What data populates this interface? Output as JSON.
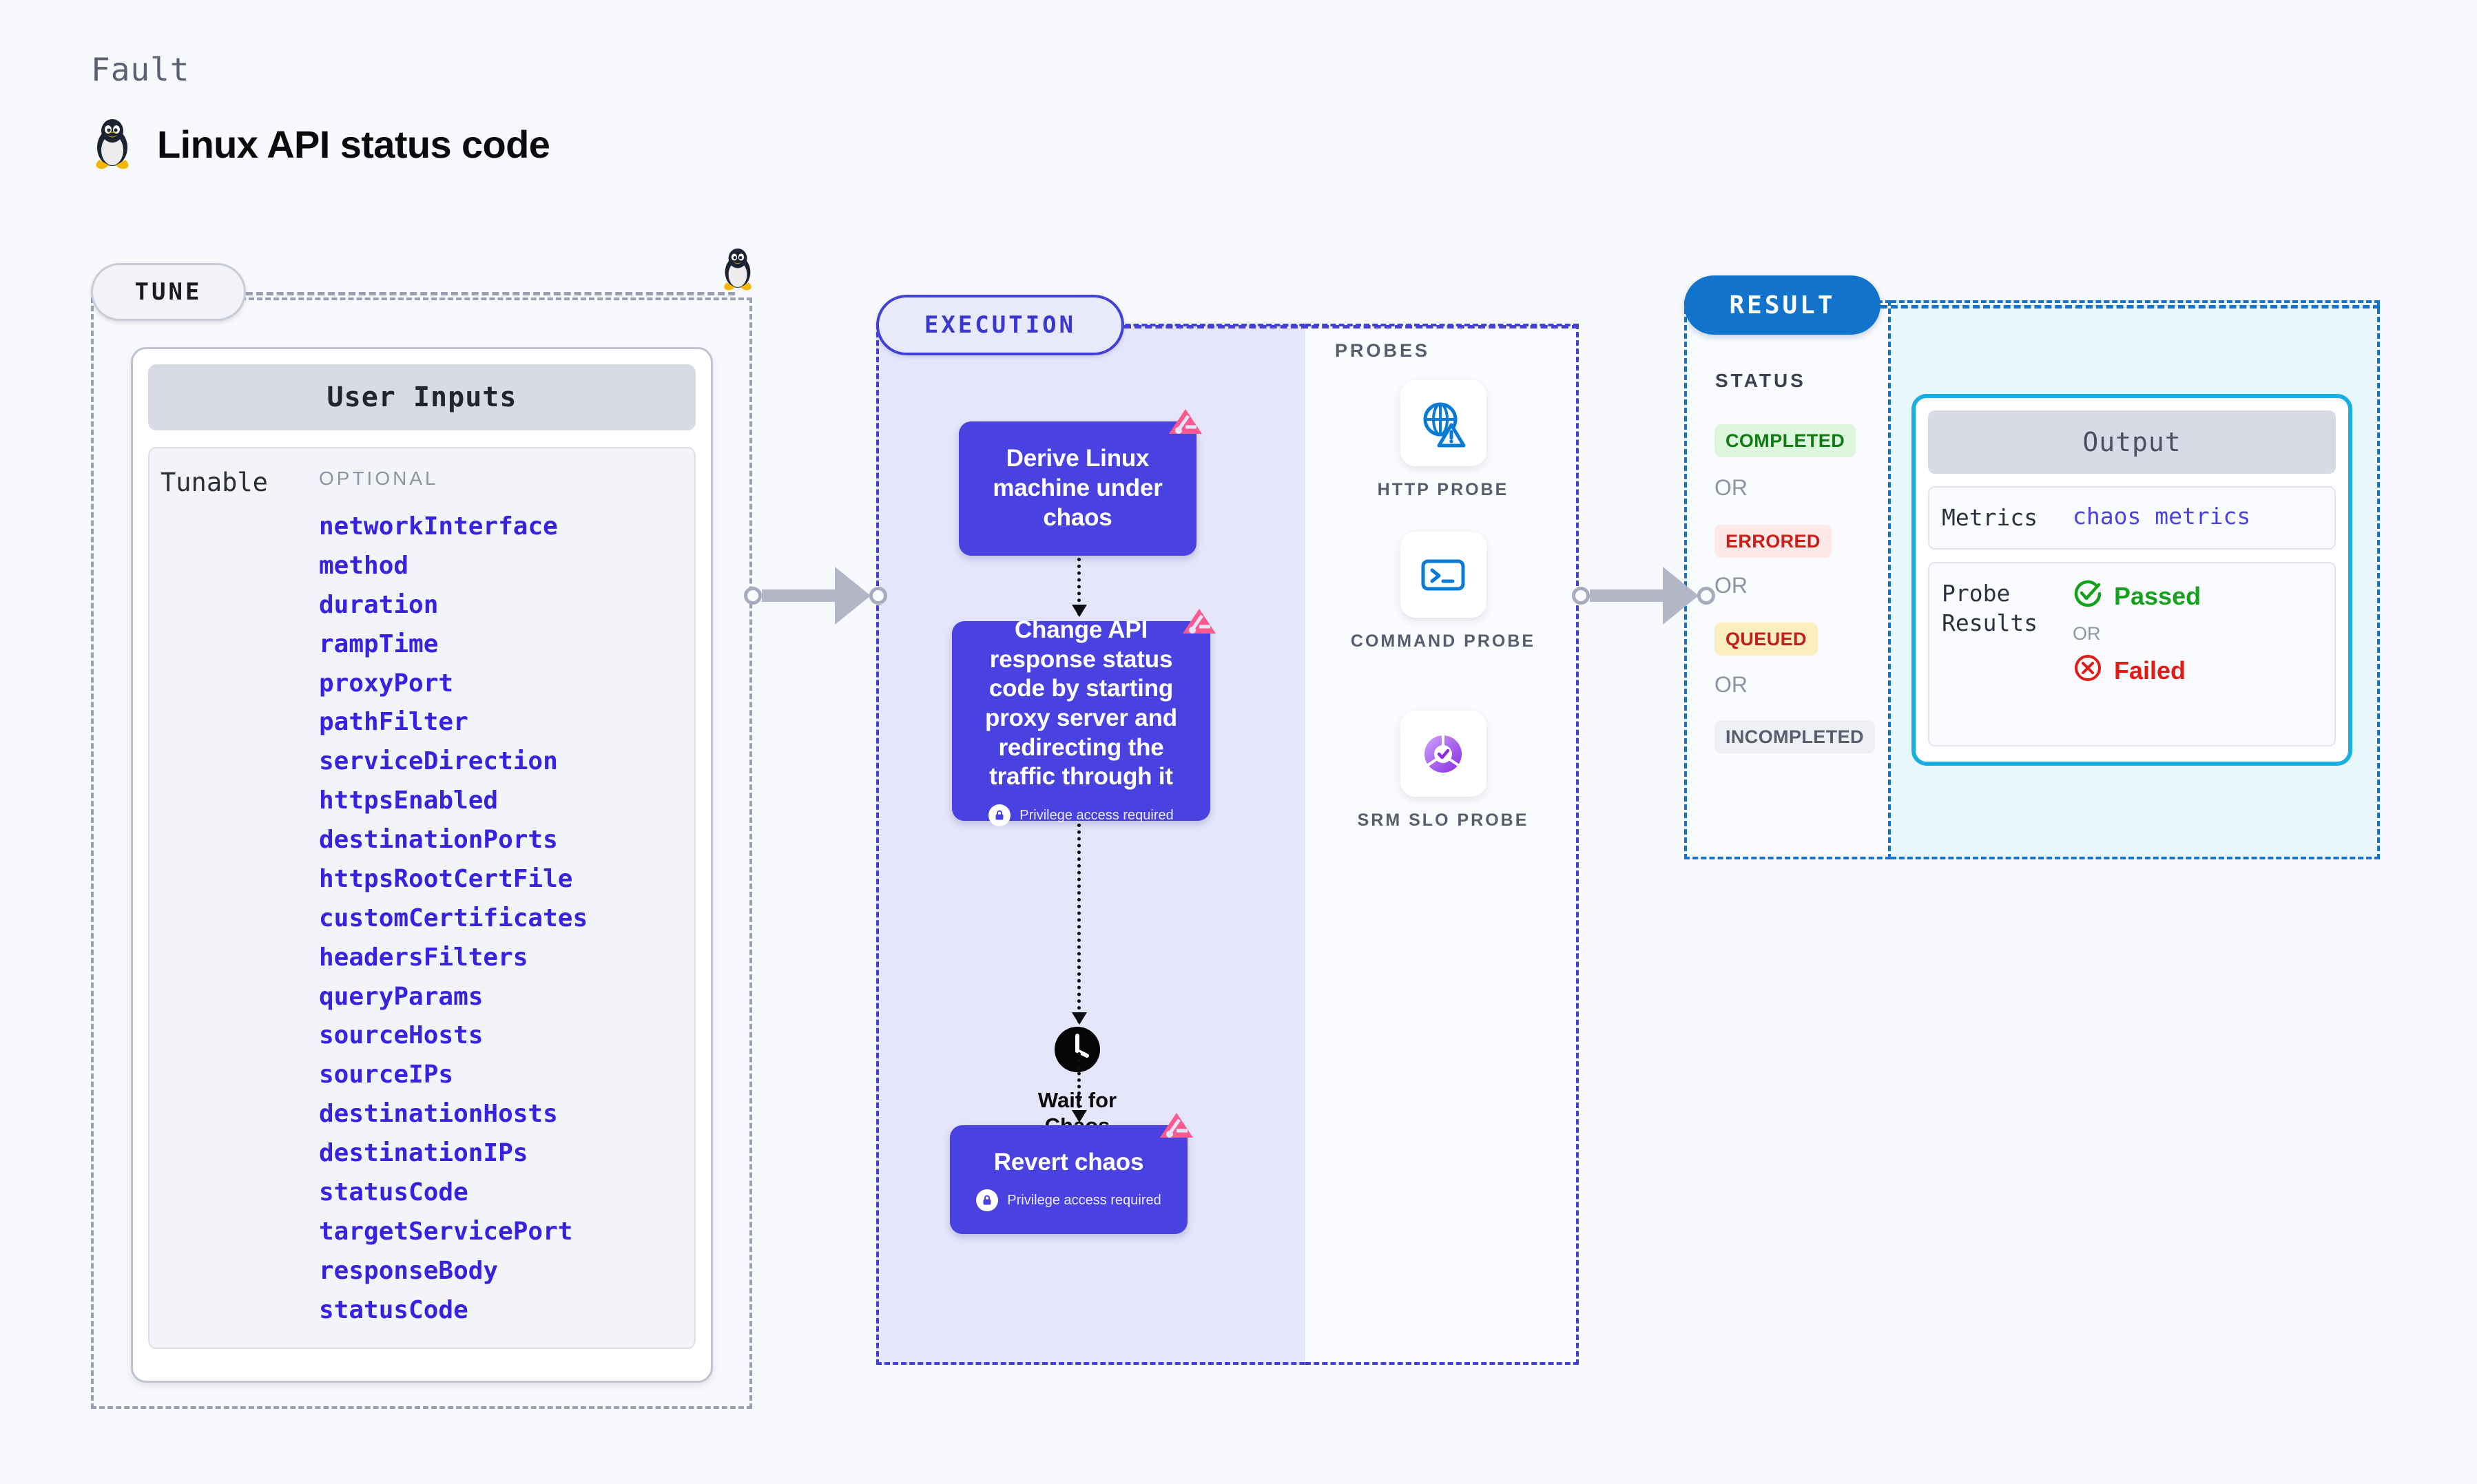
{
  "header": {
    "kicker": "Fault",
    "title": "Linux API status code",
    "os_icon": "linux-penguin-icon"
  },
  "tune": {
    "pill_label": "TUNE",
    "card": {
      "header": "User Inputs",
      "tunable_label": "Tunable",
      "optional_label": "OPTIONAL",
      "params": [
        "networkInterface",
        "method",
        "duration",
        "rampTime",
        "proxyPort",
        "pathFilter",
        "serviceDirection",
        "httpsEnabled",
        "destinationPorts",
        "httpsRootCertFile",
        "customCertificates",
        "headersFilters",
        "queryParams",
        "sourceHosts",
        "sourceIPs",
        "destinationHosts",
        "destinationIPs",
        "statusCode",
        "targetServicePort",
        "responseBody",
        "statusCode"
      ]
    }
  },
  "execution": {
    "pill_label": "EXECUTION",
    "privilege_note": "Privilege access required",
    "nodes": [
      {
        "title": "Derive Linux machine under chaos",
        "privileged": false,
        "badge": "chaos-logo-icon"
      },
      {
        "title": "Change API response status code by starting proxy server and redirecting the traffic through it",
        "privileged": true,
        "badge": "chaos-logo-icon"
      },
      {
        "title": "Revert chaos",
        "privileged": true,
        "badge": "chaos-logo-icon"
      }
    ],
    "wait": {
      "icon": "clock-icon",
      "label": "Wait for Chaos Interval"
    }
  },
  "probes": {
    "title": "PROBES",
    "items": [
      {
        "label": "HTTP PROBE",
        "icon": "globe-warning-icon"
      },
      {
        "label": "COMMAND PROBE",
        "icon": "terminal-icon"
      },
      {
        "label": "SRM SLO PROBE",
        "icon": "srm-slo-icon"
      }
    ]
  },
  "result": {
    "pill_label": "RESULT",
    "status_title": "STATUS",
    "or_label": "OR",
    "statuses": [
      {
        "label": "COMPLETED",
        "tone": "success"
      },
      {
        "label": "ERRORED",
        "tone": "error"
      },
      {
        "label": "QUEUED",
        "tone": "warning"
      },
      {
        "label": "INCOMPLETED",
        "tone": "neutral"
      }
    ]
  },
  "output": {
    "header": "Output",
    "metrics_key": "Metrics",
    "metrics_value": "chaos metrics",
    "probe_results_key": "Probe Results",
    "or_label": "OR",
    "passed_label": "Passed",
    "failed_label": "Failed"
  },
  "colors": {
    "accent_purple": "#4a42e0",
    "accent_blue": "#1273cd",
    "cyan_border": "#19aee4",
    "chaos_pink": "#fc5a8f",
    "param_text": "#3722e0",
    "success": "#117b16",
    "error": "#c91f18",
    "warning": "#c11f1a",
    "neutral": "#585d70"
  }
}
